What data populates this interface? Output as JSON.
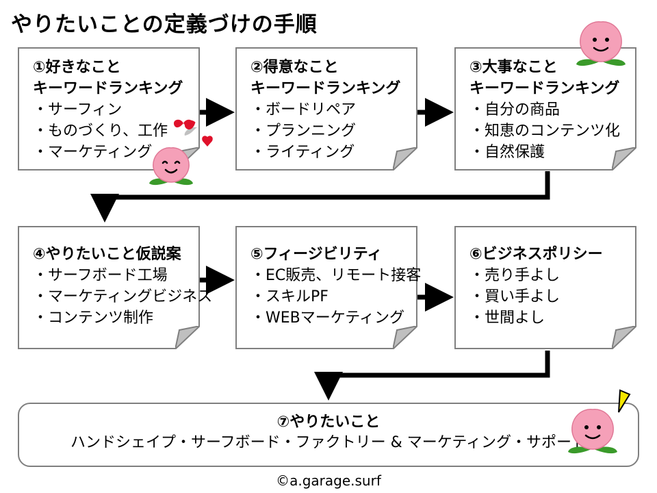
{
  "title": "やりたいことの定義づけの手順",
  "cards": [
    {
      "title": [
        "①好きなこと",
        "キーワードランキング"
      ],
      "items": [
        "・サーフィン",
        "・ものづくり、工作",
        "・マーケティング"
      ]
    },
    {
      "title": [
        "②得意なこと",
        "キーワードランキング"
      ],
      "items": [
        "・ボードリペア",
        "・プランニング",
        "・ライティング"
      ]
    },
    {
      "title": [
        "③大事なこと",
        "キーワードランキング"
      ],
      "items": [
        "・自分の商品",
        "・知恵のコンテンツ化",
        "・自然保護"
      ]
    },
    {
      "title": [
        "④やりたいこと仮説案"
      ],
      "items": [
        "・サーフボード工場",
        "・マーケティングビジネス",
        "・コンテンツ制作"
      ]
    },
    {
      "title": [
        "⑤フィージビリティ"
      ],
      "items": [
        "・EC販売、リモート接客",
        "・スキルPF",
        "・WEBマーケティング"
      ]
    },
    {
      "title": [
        "⑥ビジネスポリシー"
      ],
      "items": [
        "・売り手よし",
        "・買い手よし",
        "・世間よし"
      ]
    }
  ],
  "final": {
    "title": "⑦やりたいこと",
    "text": "ハンドシェイプ・サーフボード・ファクトリー & マーケティング・サポート"
  },
  "copyright": "©a.garage.surf",
  "colors": {
    "border": "#7f7f7f",
    "fold": "#bfbfbf",
    "arrow": "#000000",
    "peach": "#f5a0b8",
    "leaf": "#3a9a2a",
    "heart": "#e0102a",
    "accent": "#f5e600"
  }
}
